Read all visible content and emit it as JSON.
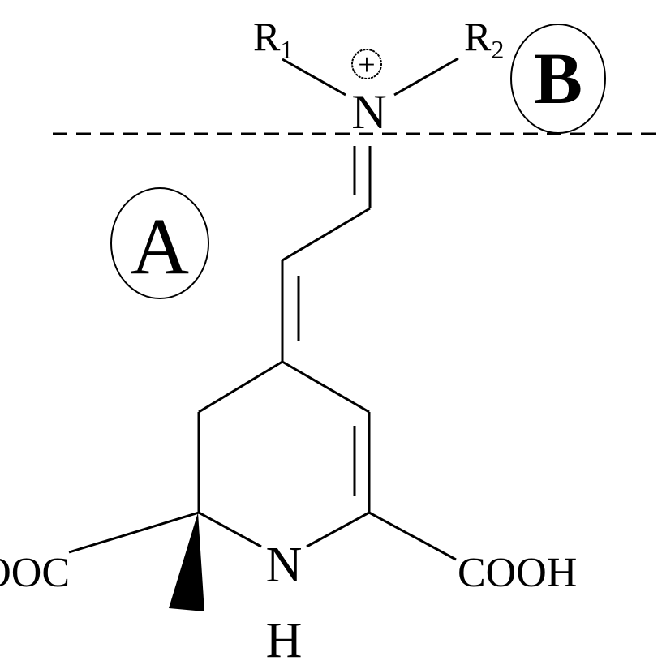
{
  "diagram": {
    "region_a_label": "A",
    "region_b_label": "B",
    "substituent_1": {
      "symbol": "R",
      "subscript": "1"
    },
    "substituent_2": {
      "symbol": "R",
      "subscript": "2"
    },
    "iminium_nitrogen": "N",
    "charge": "+",
    "ring_nitrogen": "N",
    "ring_hydrogen": "H",
    "left_group": "HOOC",
    "right_group": "COOH",
    "line_color": "#000000",
    "background_color": "#ffffff"
  }
}
